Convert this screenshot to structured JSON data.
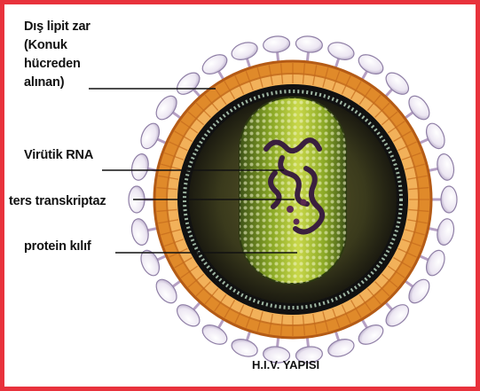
{
  "labels": {
    "lipid": "Dış lipit zar (Konuk hücreden alınan)",
    "rna": "Virütik RNA",
    "rt": "ters transkriptaz",
    "capsid": "protein kılıf"
  },
  "caption": "H.I.V. YAPISI",
  "colors": {
    "frame": "#e8323c",
    "lipid_ring": "#e08a2a",
    "knob": "#ece6f2",
    "core": "#8aa826",
    "rna": "#3a1f3e"
  }
}
